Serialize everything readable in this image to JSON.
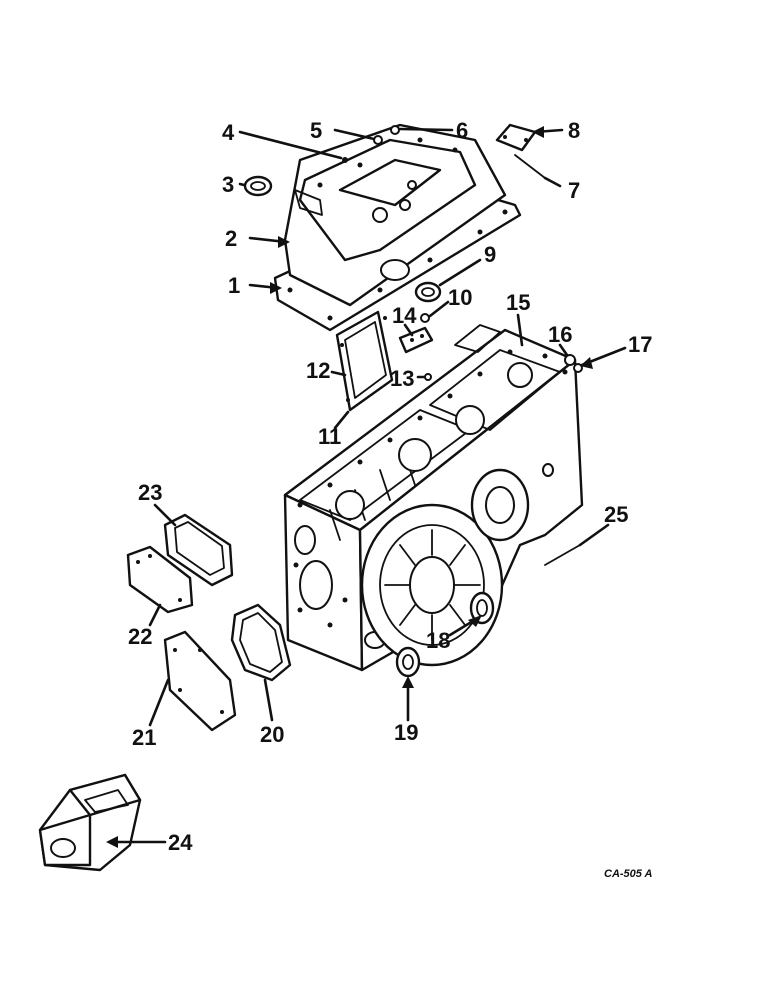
{
  "diagram": {
    "callouts": [
      "1",
      "2",
      "3",
      "4",
      "5",
      "6",
      "7",
      "8",
      "9",
      "10",
      "11",
      "12",
      "13",
      "14",
      "15",
      "16",
      "17",
      "18",
      "19",
      "20",
      "21",
      "22",
      "23",
      "24",
      "25"
    ],
    "drawing_code": "CA-505 A"
  },
  "colors": {
    "ink": "#111111",
    "paper": "#ffffff"
  }
}
